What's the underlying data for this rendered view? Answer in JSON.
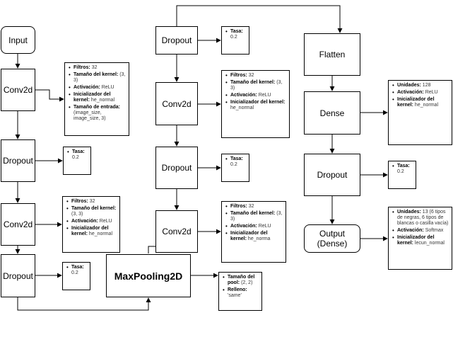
{
  "nodes": {
    "input": "Input",
    "conv2d_1": "Conv2d",
    "dropout_1": "Dropout",
    "conv2d_2": "Conv2d",
    "dropout_2": "Dropout",
    "dropout_3": "Dropout",
    "conv2d_3": "Conv2d",
    "dropout_4": "Dropout",
    "conv2d_4": "Conv2d",
    "maxpool": "MaxPooling2D",
    "flatten": "Flatten",
    "dense": "Dense",
    "dropout_5": "Dropout",
    "output_line1": "Output",
    "output_line2": "(Dense)"
  },
  "notes": {
    "conv2d_1": [
      {
        "label": "Filtros:",
        "value": "32"
      },
      {
        "label": "Tamaño del kernel:",
        "value": "(3, 3)"
      },
      {
        "label": "Activación:",
        "value": "ReLU"
      },
      {
        "label": "Inicializador del kernel:",
        "value": "he_normal"
      },
      {
        "label": "Tamaño de entrada:",
        "value": "(image_size, image_size, 3)"
      }
    ],
    "dropout_1": [
      {
        "label": "Tasa:",
        "value": "0.2"
      }
    ],
    "conv2d_2": [
      {
        "label": "Filtros:",
        "value": "32"
      },
      {
        "label": "Tamaño del kernel:",
        "value": "(3, 3)"
      },
      {
        "label": "Activación:",
        "value": "ReLU"
      },
      {
        "label": "Inicializador del kernel:",
        "value": "he_normal"
      }
    ],
    "dropout_2": [
      {
        "label": "Tasa:",
        "value": "0.2"
      }
    ],
    "dropout_3": [
      {
        "label": "Tasa:",
        "value": "0.2"
      }
    ],
    "conv2d_3": [
      {
        "label": "Filtros:",
        "value": "32"
      },
      {
        "label": "Tamaño del kernel:",
        "value": "(3, 3)"
      },
      {
        "label": "Activación:",
        "value": "ReLU"
      },
      {
        "label": "Inicializador del kernel:",
        "value": "he_normal"
      }
    ],
    "dropout_4": [
      {
        "label": "Tasa:",
        "value": "0.2"
      }
    ],
    "conv2d_4": [
      {
        "label": "Filtros:",
        "value": "32"
      },
      {
        "label": "Tamaño del kernel:",
        "value": "(3, 3)"
      },
      {
        "label": "Activación:",
        "value": "ReLU"
      },
      {
        "label": "Inicializador del kernel:",
        "value": "he_norma"
      }
    ],
    "maxpool": [
      {
        "label": "Tamaño del pool:",
        "value": "(2, 2)"
      },
      {
        "label": "Relleno:",
        "value": "'same'"
      }
    ],
    "dense": [
      {
        "label": "Unidades:",
        "value": "128"
      },
      {
        "label": "Activación:",
        "value": "ReLU"
      },
      {
        "label": "Inicializador del kernel:",
        "value": "he_normal"
      }
    ],
    "dropout_5": [
      {
        "label": "Tasa:",
        "value": "0.2"
      }
    ],
    "output": [
      {
        "label": "Unidades:",
        "value": "13 (6 tipos de negras, 6 tipos de blancas o casilla vacía)"
      },
      {
        "label": "Activación:",
        "value": "Softmax"
      },
      {
        "label": "Inicializador del kernel:",
        "value": "lecun_normal"
      }
    ]
  }
}
